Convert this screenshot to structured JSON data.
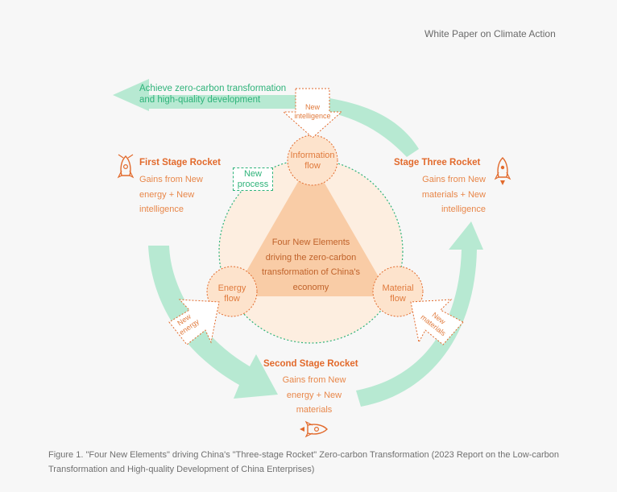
{
  "header": {
    "title": "White Paper on Climate Action"
  },
  "top_arrow": {
    "line1": "Achieve zero-carbon transformation",
    "line2": "and high-quality development"
  },
  "stages": {
    "first": {
      "title": "First Stage Rocket",
      "line1": "Gains from New",
      "line2": "energy + New",
      "line3": "intelligence"
    },
    "third": {
      "title": "Stage Three Rocket",
      "line1": "Gains from New",
      "line2": "materials + New",
      "line3": "intelligence"
    },
    "second": {
      "title": "Second Stage Rocket",
      "line1": "Gains from New",
      "line2": "energy + New",
      "line3": "materials"
    }
  },
  "flows": {
    "information": {
      "line1": "Information",
      "line2": "flow"
    },
    "energy": {
      "line1": "Energy",
      "line2": "flow"
    },
    "material": {
      "line1": "Material",
      "line2": "flow"
    }
  },
  "inputs": {
    "intelligence": {
      "line1": "New",
      "line2": "intelligence"
    },
    "energy": {
      "line1": "New",
      "line2": "energy"
    },
    "materials": {
      "line1": "New",
      "line2": "materials"
    },
    "process": {
      "line1": "New",
      "line2": "process"
    }
  },
  "center": {
    "line1": "Four New Elements",
    "line2": "driving the zero-carbon",
    "line3": "transformation of China's",
    "line4": "economy"
  },
  "caption": "Figure 1. \"Four New Elements\" driving China's \"Three-stage Rocket\" Zero-carbon Transformation (2023 Report on the Low-carbon Transformation and High-quality Development of China Enterprises)",
  "colors": {
    "green": "#b7e9d2",
    "green_text": "#2fb37a",
    "orange": "#e26a2c",
    "circle_fill": "#fdeee0",
    "triangle_fill": "#f9cca6"
  },
  "icons": [
    "rocket-icon",
    "rocket-icon",
    "rocket-icon"
  ]
}
